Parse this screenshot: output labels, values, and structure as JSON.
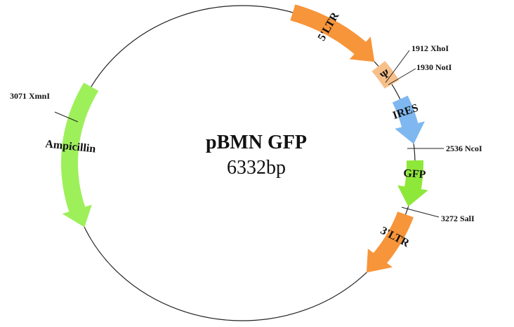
{
  "plasmid": {
    "name": "pBMN    GFP",
    "size": "6332bp"
  },
  "features": [
    {
      "name": "5'LTR",
      "color": "#f7953a"
    },
    {
      "name": "Ψ",
      "color": "#f7c08a"
    },
    {
      "name": "IRES",
      "color": "#7fb8f0"
    },
    {
      "name": "GFP",
      "color": "#8ee83a"
    },
    {
      "name": "3'LTR",
      "color": "#f7953a"
    },
    {
      "name": "Ampicillin",
      "color": "#9df05a"
    }
  ],
  "sites": [
    {
      "label": "1912 XhoI"
    },
    {
      "label": "1930 NotI"
    },
    {
      "label": "2536 NcoI"
    },
    {
      "label": "3272 SalI"
    },
    {
      "label": "3071 XmnI"
    }
  ]
}
